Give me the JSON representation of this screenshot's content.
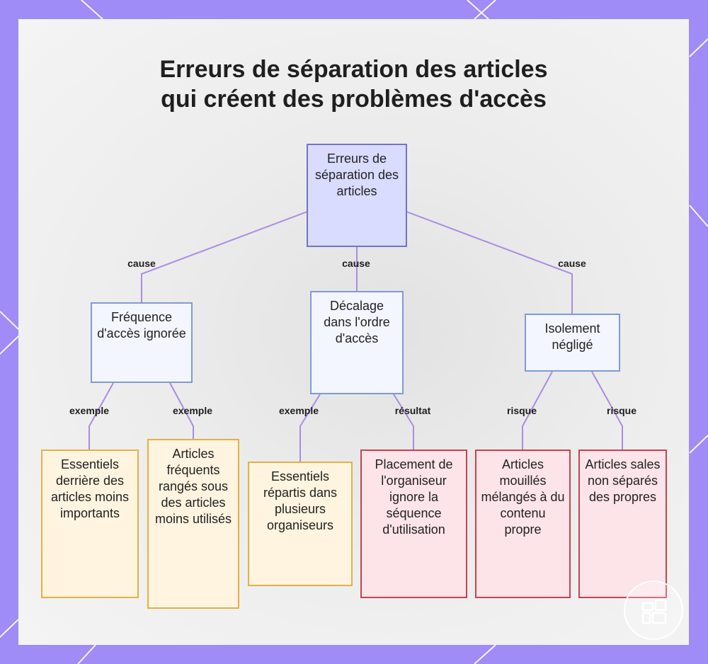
{
  "title": {
    "line1": "Erreurs de séparation des articles",
    "line2": "qui créent des problèmes d'accès"
  },
  "nodes": {
    "root": "Erreurs de séparation des articles",
    "frequence": "Fréquence d'accès ignorée",
    "decalage": "Décalage dans l'ordre d'accès",
    "isolement": "Isolement négligé",
    "essentiels_derriere": "Essentiels derrière des articles moins importants",
    "articles_frequents": "Articles fréquents rangés sous des articles moins utilisés",
    "essentiels_repartis": "Essentiels répartis dans plusieurs organiseurs",
    "placement": "Placement de l'organiseur ignore la séquence d'utilisation",
    "mouilles": "Articles mouillés mélangés à du contenu propre",
    "sales": "Articles sales non séparés des propres"
  },
  "edge_labels": {
    "cause_left": "cause",
    "cause_center": "cause",
    "cause_right": "cause",
    "exemple_1": "exemple",
    "exemple_2": "exemple",
    "exemple_3": "exemple",
    "resultat": "résultat",
    "risque_1": "risque",
    "risque_2": "risque"
  },
  "colors": {
    "background": "#9f8cf6",
    "edge": "#a98de0",
    "root_fill": "#d9dbff",
    "yellow_border": "#e4b143",
    "red_border": "#c8424e"
  },
  "icons": [
    "logo-icon"
  ]
}
